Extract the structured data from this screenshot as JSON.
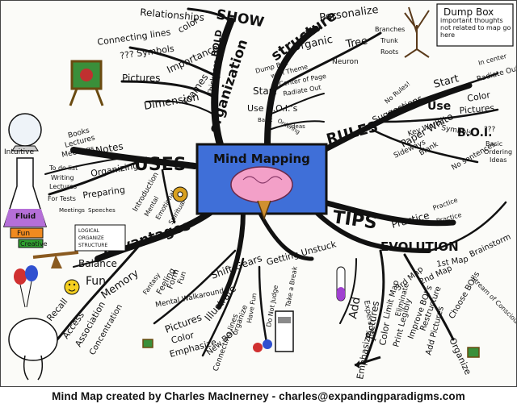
{
  "center": {
    "title": "Mind Mapping",
    "bg_color": "#3f6fd8",
    "brain_color": "#f3a0c8"
  },
  "branches": {
    "show": "SHOW",
    "organization": "organization",
    "structure": "structure",
    "uses": "USES",
    "rules": "RULES",
    "tips": "TIPS",
    "advantages": "Advantages",
    "evolution": "EVOLUTION"
  },
  "show_items": [
    "Relationships",
    "Connecting lines",
    "??? Symbols",
    "color",
    "Pictures",
    "Importance",
    "Dimension",
    "Frames",
    "BOLD",
    "Thickness"
  ],
  "structure_items": [
    "Personalize",
    "Organic",
    "Tree",
    "Branches",
    "Trunk",
    "Roots",
    "Neuron",
    "Dump Box",
    "with Theme",
    "Start",
    "Center of Page",
    "Radiate Out",
    "Use B.O.I.'s",
    "Basic",
    "Ordering",
    "Ideas"
  ],
  "dump_box": {
    "title": "Dump Box",
    "text": "important thoughts not related to map go here"
  },
  "rules_items": [
    "Suggestions",
    "No Rules!",
    "Start",
    "In center",
    "Radiate Out",
    "Use",
    "Color",
    "Pictures",
    "Symbols",
    "???",
    "Key Words",
    "B.O.I.",
    "Basic",
    "Ordering",
    "Ideas",
    "No sentences",
    "Paper White",
    "Blank",
    "Sideways"
  ],
  "uses_items": [
    "Notes",
    "Books",
    "Lectures",
    "Meetings",
    "Organizing",
    "To do list",
    "Writing",
    "Lectures",
    "Preparing",
    "For Tests",
    "Meetings",
    "Speeches",
    "Introduction",
    "Mental",
    "Emotional",
    "Spiritual"
  ],
  "intuitive_label": "Intuitive",
  "flask_labels": [
    "Fluid",
    "Fun",
    "Creative"
  ],
  "advantages_items": [
    "LOGICAL",
    "ORGANIZE",
    "STRUCTURE",
    "Balance",
    "Fun",
    "Memory",
    "Recall",
    "Access",
    "Association",
    "Concentration"
  ],
  "gears_items": [
    "Fun",
    "Form",
    "Feeling",
    "Fantasy",
    "Mental Walkaround",
    "Shift Gears",
    "Getting Unstuck",
    "Pictures",
    "Illustrate",
    "Color",
    "Emphasize",
    "New BOI",
    "organize",
    "Connecting lines",
    "Have Fun",
    "Do Not Judge",
    "Take a Break"
  ],
  "tips_items": [
    "Practice",
    "Practice",
    "Practice",
    "1st Map",
    "2nd Map",
    "3rd Map",
    "Brainstorm",
    "Stream of Consciousness",
    "Choose BOI's",
    "Organize",
    "Restructure",
    "Improve BOI's",
    "Add Pictures",
    "Limit Map",
    "Eliminate",
    "Print Legibly",
    "Experiment",
    "Add",
    "Pictures",
    "Color",
    "Emphasize"
  ],
  "caption": "Mind Map created by Charles MacInerney - charles@expandingparadigms.com"
}
